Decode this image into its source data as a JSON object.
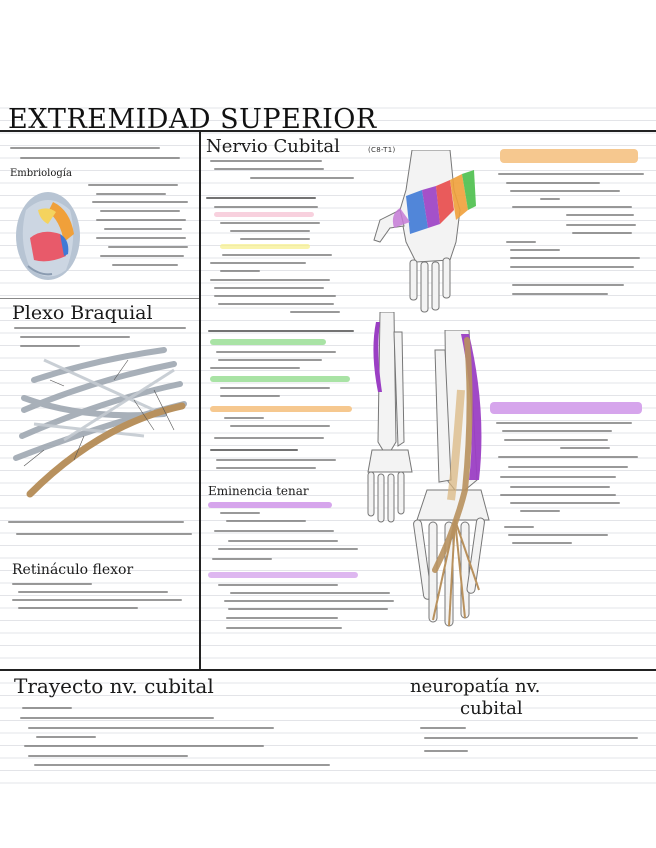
{
  "page": {
    "title": "EXTREMIDAD SUPERIOR",
    "colors": {
      "line": "#e3e4e8",
      "orange_highlight": "#f6c88f",
      "green_highlight": "#a9e3a5",
      "purple_highlight": "#d6a5ec",
      "yellow_highlight": "#f7ef8a",
      "nerve": "#b8915e",
      "muscle_purple": "#9b3fc4",
      "muscle_orange": "#f0a03a",
      "muscle_red": "#e84a4a",
      "muscle_green": "#4bbf4b",
      "muscle_blue": "#3f7ad6"
    }
  },
  "left": {
    "embriologia_heading": "Embriología",
    "plexo_heading": "Plexo Braquial",
    "retinaculo_heading": "Retináculo flexor"
  },
  "center": {
    "nervio_heading": "Nervio Cubital",
    "nervio_sub": "(C8-T1)",
    "eminencia_tenar_heading": "Eminencia tenar"
  },
  "bottom": {
    "trayecto_heading": "Trayecto nv. cubital",
    "neuropatia_heading_line1": "neuropatía nv.",
    "neuropatia_heading_line2": "cubital"
  },
  "icons": {
    "embryo": "embryo-illustration",
    "plexus": "brachial-plexus-illustration",
    "hand": "hand-muscles-illustration",
    "forearm_small": "forearm-bones-illustration",
    "forearm_large": "ulnar-nerve-forearm-illustration"
  }
}
